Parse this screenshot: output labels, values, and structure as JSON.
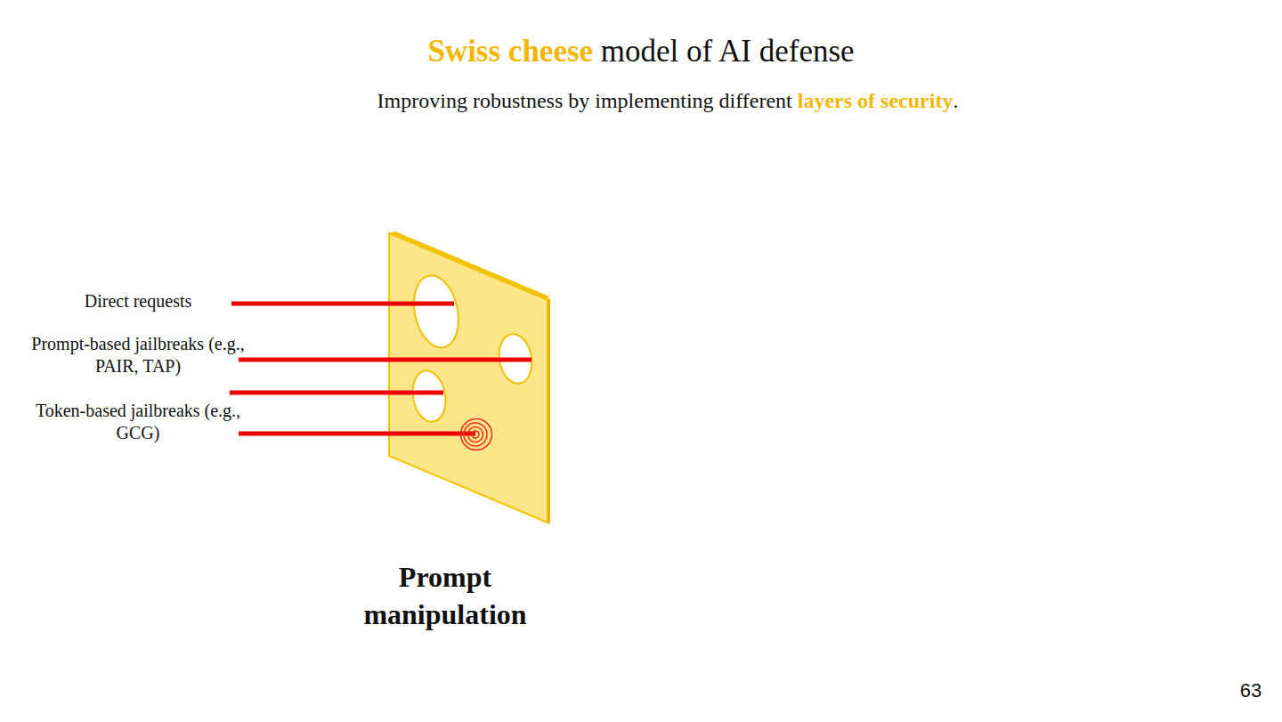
{
  "diagram": {
    "title": "Swiss cheese model of AI defense",
    "nodes": [
      {
        "text": [
          "Prompt manipulation"
        ]
      }
    ],
    "edges": [],
    "labels": [
      "Improving robustness by implementing different layers of security.",
      "Direct requests",
      "Prompt-based jailbreaks (e.g., PAIR, TAP)",
      "Token-based jailbreaks (e.g., GCG)",
      "63"
    ]
  }
}
